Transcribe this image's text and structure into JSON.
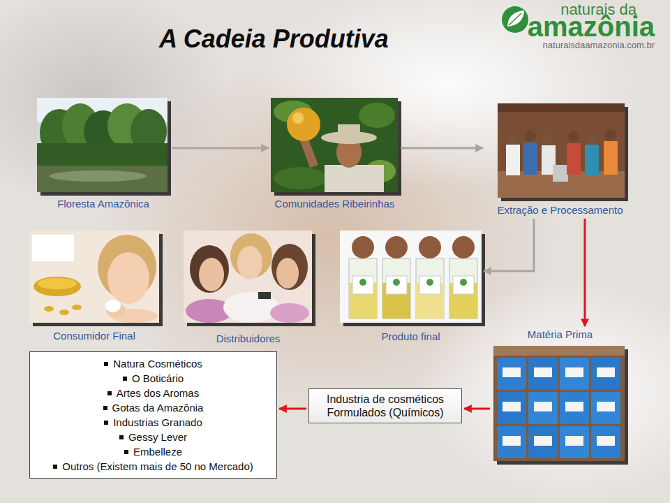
{
  "diagram": {
    "title": "A Cadeia Produtiva",
    "nodes": [
      {
        "text": [
          "Floresta Amazônica"
        ]
      },
      {
        "text": [
          "Comunidades Ribeirinhas"
        ]
      },
      {
        "text": [
          "Extração e Processamento"
        ]
      },
      {
        "text": [
          "Consumidor Final"
        ]
      },
      {
        "text": [
          "Distribuidores"
        ]
      },
      {
        "text": [
          "Produto final"
        ]
      },
      {
        "text": [
          "Matéria Prima"
        ]
      },
      {
        "text": [
          "Natura Cosméticos",
          "O Boticário",
          "Artes dos Aromas",
          "Gotas da Amazônia",
          "Industrias Granado",
          "Gessy Lever",
          "Embelleze",
          "Outros (Existem mais de 50 no Mercado)"
        ]
      },
      {
        "text": [
          "Industria de cosméticos Formulados (Químicos)"
        ]
      }
    ],
    "edges": [
      {
        "from": 0,
        "to": 1,
        "arrow": "to"
      },
      {
        "from": 1,
        "to": 2,
        "arrow": "to"
      },
      {
        "from": 2,
        "to": 5,
        "arrow": "to"
      },
      {
        "from": 2,
        "to": 6,
        "arrow": "to"
      },
      {
        "from": 6,
        "to": 8,
        "arrow": "to"
      },
      {
        "from": 8,
        "to": 7,
        "arrow": "to"
      }
    ],
    "labels": [
      "naturais da",
      "amazônia",
      "naturaisdaamazonia.com.br"
    ]
  }
}
